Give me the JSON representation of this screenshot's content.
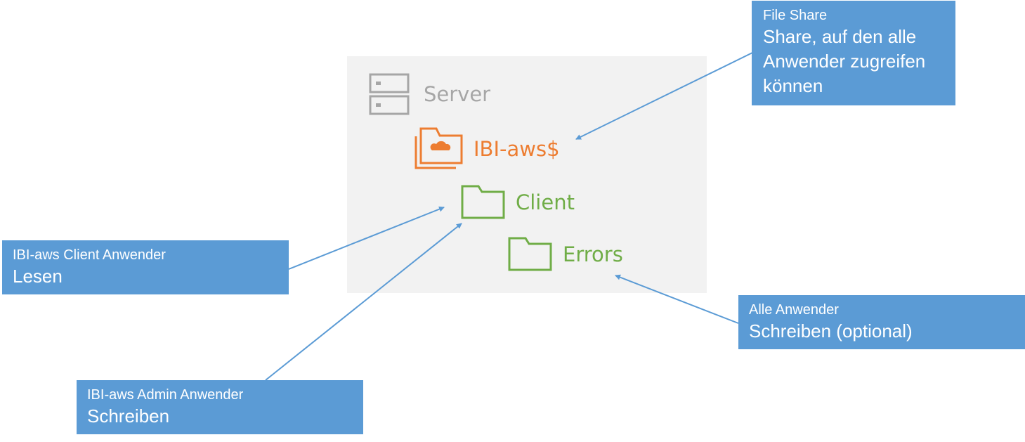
{
  "server": {
    "label": "Server",
    "icon": "server-icon",
    "color": "#a6a6a6"
  },
  "share": {
    "label": "IBI-aws$",
    "icon": "cloud-folder-icon",
    "color": "#ed7d31"
  },
  "client_folder": {
    "label": "Client",
    "icon": "folder-icon",
    "color": "#70ad47"
  },
  "errors_folder": {
    "label": "Errors",
    "icon": "folder-icon",
    "color": "#70ad47"
  },
  "callouts": {
    "share": {
      "title": "File Share",
      "text": "Share, auf den alle Anwender zugreifen können"
    },
    "client_users": {
      "title": "IBI-aws Client Anwender",
      "text": "Lesen"
    },
    "all_users": {
      "title": "Alle Anwender",
      "text": "Schreiben (optional)"
    },
    "admin_users": {
      "title": "IBI-aws Admin Anwender",
      "text": "Schreiben"
    }
  },
  "colors": {
    "panel_background": "#f2f2f2",
    "callout_background": "#5b9bd5",
    "connector": "#5b9bd5"
  }
}
